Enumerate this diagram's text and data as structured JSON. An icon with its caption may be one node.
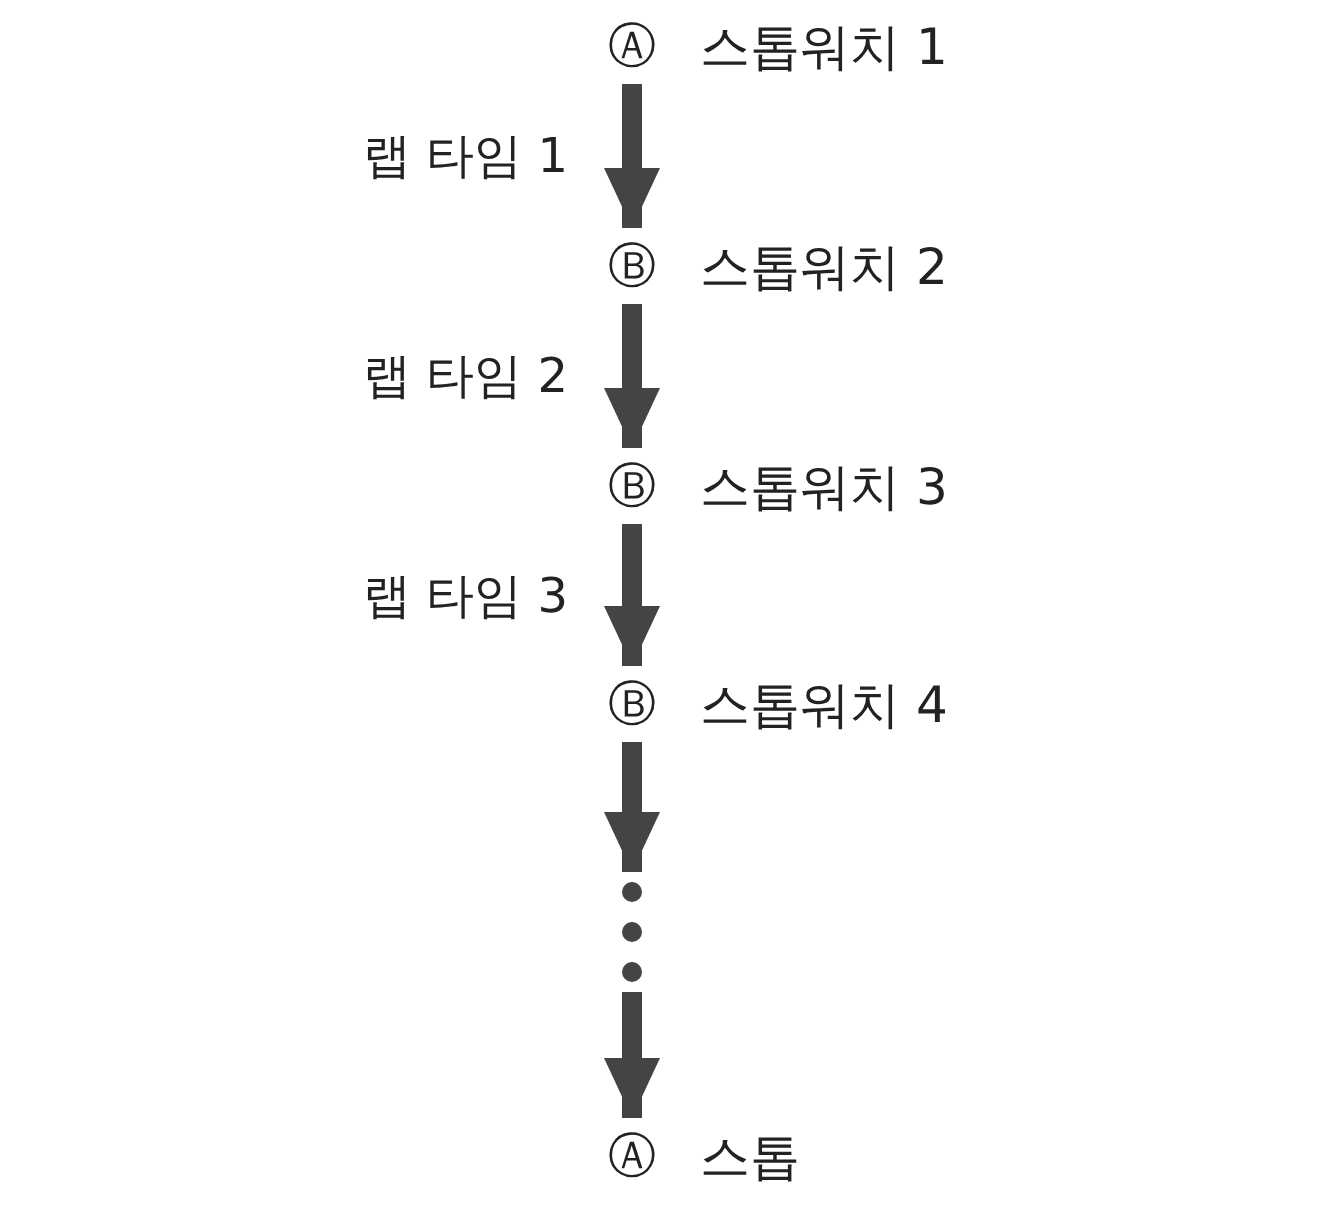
{
  "diagram": {
    "nodes": [
      {
        "text": [
          "Ⓐ",
          "스톱워치 1"
        ]
      },
      {
        "text": [
          "Ⓑ",
          "스톱워치 2"
        ]
      },
      {
        "text": [
          "Ⓑ",
          "스톱워치 3"
        ]
      },
      {
        "text": [
          "Ⓑ",
          "스톱워치 4"
        ]
      },
      {
        "text": [],
        "shape": "dots"
      },
      {
        "text": [
          "Ⓐ",
          "스톱"
        ]
      }
    ],
    "edges": [
      {
        "from": 0,
        "to": 1,
        "arrow": "to",
        "label": "랩 타임 1"
      },
      {
        "from": 1,
        "to": 2,
        "arrow": "to",
        "label": "랩 타임 2"
      },
      {
        "from": 2,
        "to": 3,
        "arrow": "to",
        "label": "랩 타임 3"
      },
      {
        "from": 3,
        "to": 4,
        "arrow": "to"
      },
      {
        "from": 4,
        "to": 5,
        "arrow": "to"
      }
    ]
  }
}
